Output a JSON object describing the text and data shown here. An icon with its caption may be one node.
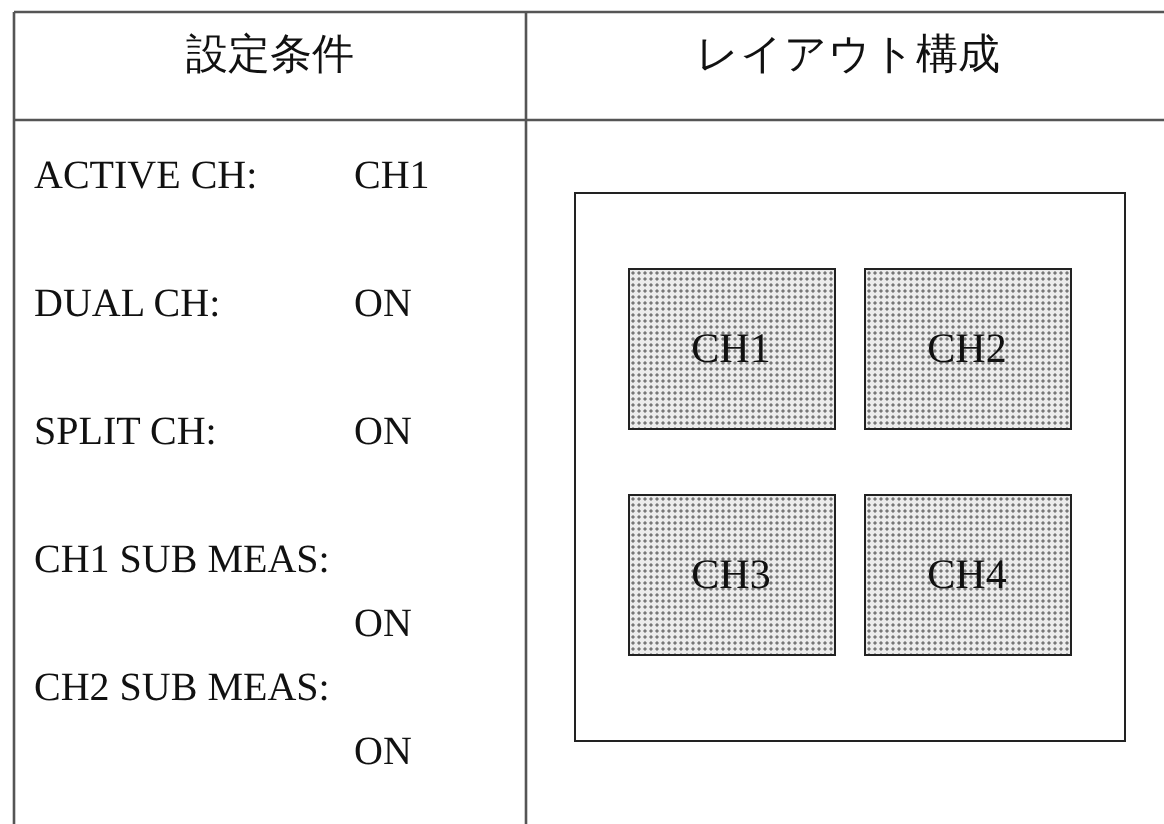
{
  "diagram": {
    "nodes": [
      {
        "text": [],
        "shape": "box"
      },
      {
        "text": [
          "CH1"
        ],
        "in": 0
      },
      {
        "text": [
          "CH2"
        ],
        "in": 0
      },
      {
        "text": [
          "CH3"
        ],
        "in": 0
      },
      {
        "text": [
          "CH4"
        ],
        "in": 0
      }
    ],
    "labels": [
      "設定条件",
      "レイアウト構成",
      "ACTIVE CH:",
      "CH1",
      "DUAL CH:",
      "ON",
      "SPLIT CH:",
      "ON",
      "CH1 SUB MEAS:",
      "ON",
      "CH2 SUB MEAS:",
      "ON"
    ]
  }
}
